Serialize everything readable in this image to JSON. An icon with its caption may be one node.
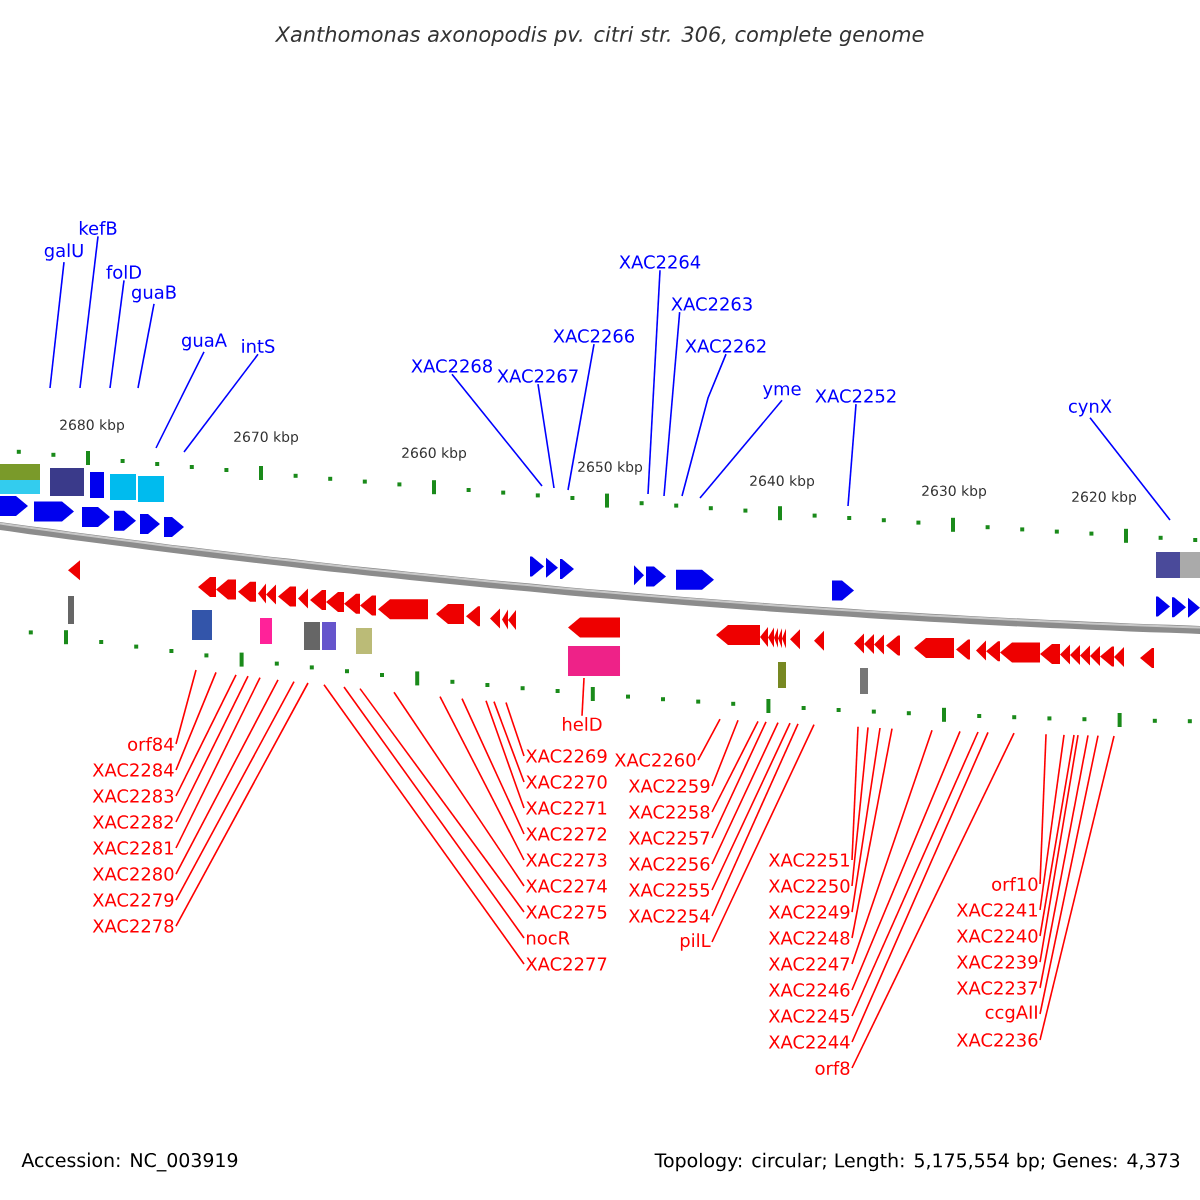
{
  "diagram": {
    "title": "Xanthomonas axonopodis pv. citri str. 306, complete genome",
    "nodes": [
      {
        "text": [
          "galU"
        ]
      },
      {
        "text": [
          "kefB"
        ]
      },
      {
        "text": [
          "folD"
        ]
      },
      {
        "text": [
          "guaB"
        ]
      },
      {
        "text": [
          "guaA"
        ]
      },
      {
        "text": [
          "intS"
        ]
      },
      {
        "text": [
          "XAC2268"
        ]
      },
      {
        "text": [
          "XAC2267"
        ]
      },
      {
        "text": [
          "XAC2266"
        ]
      },
      {
        "text": [
          "XAC2264"
        ]
      },
      {
        "text": [
          "XAC2263"
        ]
      },
      {
        "text": [
          "XAC2262"
        ]
      },
      {
        "text": [
          "yme"
        ]
      },
      {
        "text": [
          "XAC2252"
        ]
      },
      {
        "text": [
          "cynX"
        ]
      },
      {
        "text": [
          "orf84"
        ]
      },
      {
        "text": [
          "XAC2284"
        ]
      },
      {
        "text": [
          "XAC2283"
        ]
      },
      {
        "text": [
          "XAC2282"
        ]
      },
      {
        "text": [
          "XAC2281"
        ]
      },
      {
        "text": [
          "XAC2280"
        ]
      },
      {
        "text": [
          "XAC2279"
        ]
      },
      {
        "text": [
          "XAC2278"
        ]
      },
      {
        "text": [
          "XAC2277"
        ]
      },
      {
        "text": [
          "nocR"
        ]
      },
      {
        "text": [
          "XAC2275"
        ]
      },
      {
        "text": [
          "XAC2274"
        ]
      },
      {
        "text": [
          "XAC2273"
        ]
      },
      {
        "text": [
          "XAC2272"
        ]
      },
      {
        "text": [
          "XAC2271"
        ]
      },
      {
        "text": [
          "XAC2270"
        ]
      },
      {
        "text": [
          "XAC2269"
        ]
      },
      {
        "text": [
          "helD"
        ]
      },
      {
        "text": [
          "XAC2260"
        ]
      },
      {
        "text": [
          "XAC2259"
        ]
      },
      {
        "text": [
          "XAC2258"
        ]
      },
      {
        "text": [
          "XAC2257"
        ]
      },
      {
        "text": [
          "XAC2256"
        ]
      },
      {
        "text": [
          "XAC2255"
        ]
      },
      {
        "text": [
          "XAC2254"
        ]
      },
      {
        "text": [
          "pilL"
        ]
      },
      {
        "text": [
          "XAC2251"
        ]
      },
      {
        "text": [
          "XAC2250"
        ]
      },
      {
        "text": [
          "XAC2249"
        ]
      },
      {
        "text": [
          "XAC2248"
        ]
      },
      {
        "text": [
          "XAC2247"
        ]
      },
      {
        "text": [
          "XAC2246"
        ]
      },
      {
        "text": [
          "XAC2245"
        ]
      },
      {
        "text": [
          "XAC2244"
        ]
      },
      {
        "text": [
          "orf8"
        ]
      },
      {
        "text": [
          "orf10"
        ]
      },
      {
        "text": [
          "XAC2241"
        ]
      },
      {
        "text": [
          "XAC2240"
        ]
      },
      {
        "text": [
          "XAC2239"
        ]
      },
      {
        "text": [
          "XAC2237"
        ]
      },
      {
        "text": [
          "ccgAII"
        ]
      },
      {
        "text": [
          "XAC2236"
        ]
      }
    ],
    "edges": [
      {
        "from": 0,
        "to": null,
        "arrow": "none",
        "color": "#0000ff"
      },
      {
        "from": 1,
        "to": null,
        "arrow": "none",
        "color": "#0000ff"
      },
      {
        "from": 2,
        "to": null,
        "arrow": "none",
        "color": "#0000ff"
      },
      {
        "from": 3,
        "to": null,
        "arrow": "none",
        "color": "#0000ff"
      },
      {
        "from": 4,
        "to": null,
        "arrow": "none",
        "color": "#0000ff"
      },
      {
        "from": 5,
        "to": null,
        "arrow": "none",
        "color": "#0000ff"
      },
      {
        "from": 6,
        "to": null,
        "arrow": "none",
        "color": "#0000ff"
      },
      {
        "from": 7,
        "to": null,
        "arrow": "none",
        "color": "#0000ff"
      },
      {
        "from": 8,
        "to": null,
        "arrow": "none",
        "color": "#0000ff"
      },
      {
        "from": 9,
        "to": null,
        "arrow": "none",
        "color": "#0000ff"
      },
      {
        "from": 10,
        "to": null,
        "arrow": "none",
        "color": "#0000ff"
      },
      {
        "from": 11,
        "to": null,
        "arrow": "none",
        "color": "#0000ff"
      },
      {
        "from": 12,
        "to": null,
        "arrow": "none",
        "color": "#0000ff"
      },
      {
        "from": 13,
        "to": null,
        "arrow": "none",
        "color": "#0000ff"
      },
      {
        "from": 14,
        "to": null,
        "arrow": "none",
        "color": "#0000ff"
      },
      {
        "from": 15,
        "to": null,
        "arrow": "none"
      },
      {
        "from": 16,
        "to": null,
        "arrow": "none"
      },
      {
        "from": 17,
        "to": null,
        "arrow": "none"
      },
      {
        "from": 18,
        "to": null,
        "arrow": "none"
      },
      {
        "from": 19,
        "to": null,
        "arrow": "none"
      },
      {
        "from": 20,
        "to": null,
        "arrow": "none"
      },
      {
        "from": 21,
        "to": null,
        "arrow": "none"
      },
      {
        "from": 22,
        "to": null,
        "arrow": "none"
      },
      {
        "from": 23,
        "to": null,
        "arrow": "none"
      },
      {
        "from": 24,
        "to": null,
        "arrow": "none"
      },
      {
        "from": 25,
        "to": null,
        "arrow": "none"
      },
      {
        "from": 26,
        "to": null,
        "arrow": "none"
      },
      {
        "from": 27,
        "to": null,
        "arrow": "none"
      },
      {
        "from": 28,
        "to": null,
        "arrow": "none"
      },
      {
        "from": 29,
        "to": null,
        "arrow": "none"
      },
      {
        "from": 30,
        "to": null,
        "arrow": "none"
      },
      {
        "from": 31,
        "to": null,
        "arrow": "none"
      },
      {
        "from": 32,
        "to": null,
        "arrow": "none"
      },
      {
        "from": 33,
        "to": null,
        "arrow": "none"
      },
      {
        "from": 34,
        "to": null,
        "arrow": "none"
      },
      {
        "from": 35,
        "to": null,
        "arrow": "none"
      },
      {
        "from": 36,
        "to": null,
        "arrow": "none"
      },
      {
        "from": 37,
        "to": null,
        "arrow": "none"
      },
      {
        "from": 38,
        "to": null,
        "arrow": "none"
      },
      {
        "from": 39,
        "to": null,
        "arrow": "none"
      },
      {
        "from": 40,
        "to": null,
        "arrow": "none"
      },
      {
        "from": 41,
        "to": null,
        "arrow": "none"
      },
      {
        "from": 42,
        "to": null,
        "arrow": "none"
      },
      {
        "from": 43,
        "to": null,
        "arrow": "none"
      },
      {
        "from": 44,
        "to": null,
        "arrow": "none"
      },
      {
        "from": 45,
        "to": null,
        "arrow": "none"
      },
      {
        "from": 46,
        "to": null,
        "arrow": "none"
      },
      {
        "from": 47,
        "to": null,
        "arrow": "none"
      },
      {
        "from": 48,
        "to": null,
        "arrow": "none"
      },
      {
        "from": 49,
        "to": null,
        "arrow": "none"
      },
      {
        "from": 50,
        "to": null,
        "arrow": "none"
      },
      {
        "from": 51,
        "to": null,
        "arrow": "none"
      },
      {
        "from": 52,
        "to": null,
        "arrow": "none"
      },
      {
        "from": 53,
        "to": null,
        "arrow": "none"
      },
      {
        "from": 54,
        "to": null,
        "arrow": "none"
      },
      {
        "from": 55,
        "to": null,
        "arrow": "none"
      },
      {
        "from": 56,
        "to": null,
        "arrow": "none"
      }
    ],
    "labels": [
      "2680 kbp",
      "2670 kbp",
      "2660 kbp",
      "2650 kbp",
      "2640 kbp",
      "2630 kbp",
      "2620 kbp",
      "Accession: NC_003919",
      "Topology: circular; Length: 5,175,554 bp; Genes: 4,373"
    ]
  }
}
